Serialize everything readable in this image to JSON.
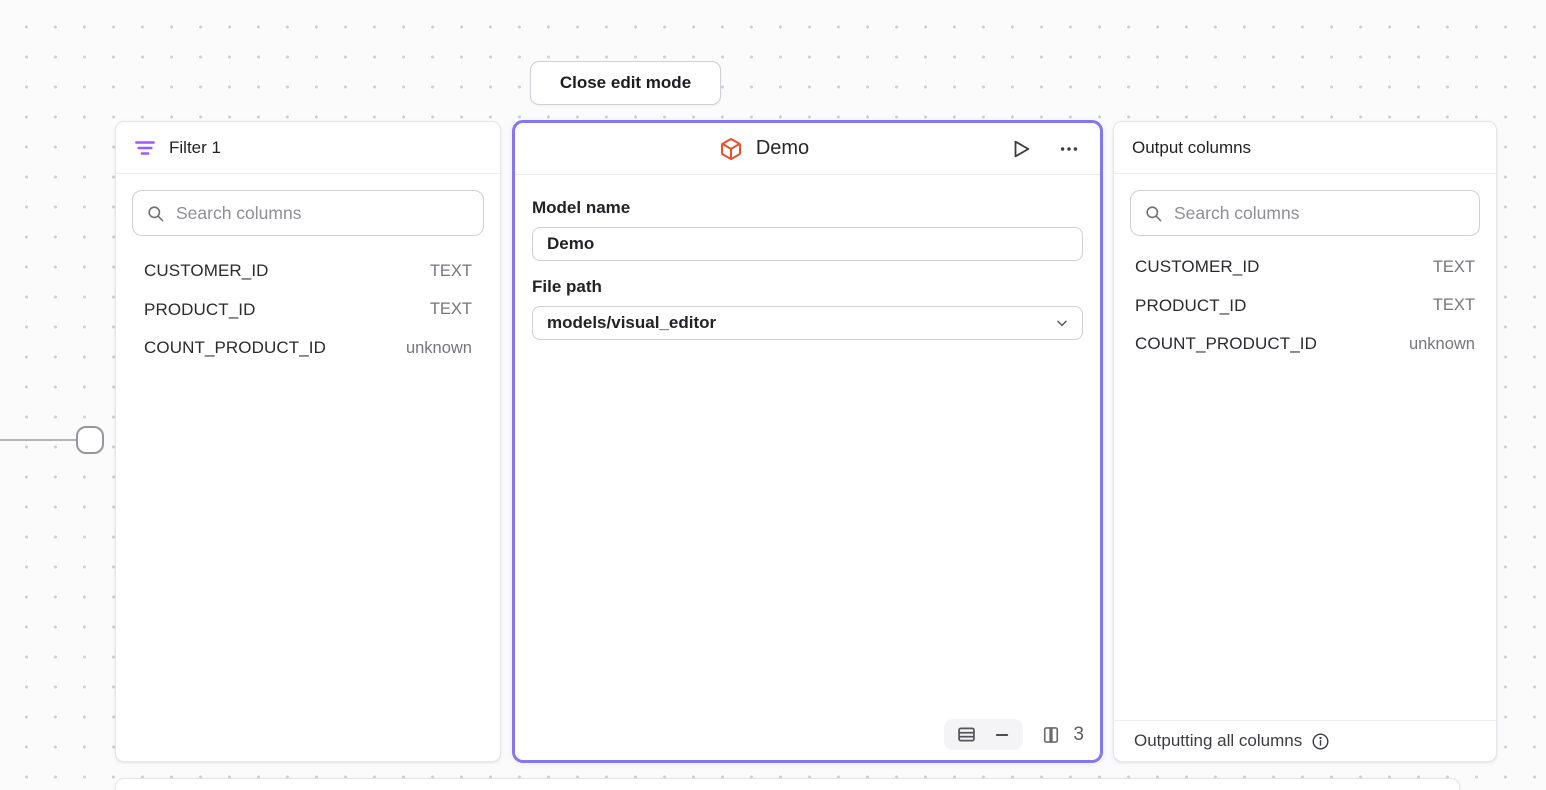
{
  "colors": {
    "accent_purple": "#8577f4",
    "filter_icon_purple": "#a158f0",
    "model_icon_orange": "#e8502e",
    "canvas_dot": "#cfcfd6",
    "muted_text": "#75757d"
  },
  "toolbar": {
    "close_edit_mode_label": "Close edit mode"
  },
  "filter_panel": {
    "title": "Filter 1",
    "search_placeholder": "Search columns",
    "columns": [
      {
        "name": "CUSTOMER_ID",
        "type": "TEXT"
      },
      {
        "name": "PRODUCT_ID",
        "type": "TEXT"
      },
      {
        "name": "COUNT_PRODUCT_ID",
        "type": "unknown"
      }
    ]
  },
  "model_panel": {
    "title": "Demo",
    "model_name_label": "Model name",
    "model_name_value": "Demo",
    "file_path_label": "File path",
    "file_path_value": "models/visual_editor",
    "column_count": "3"
  },
  "output_panel": {
    "title": "Output columns",
    "search_placeholder": "Search columns",
    "columns": [
      {
        "name": "CUSTOMER_ID",
        "type": "TEXT"
      },
      {
        "name": "PRODUCT_ID",
        "type": "TEXT"
      },
      {
        "name": "COUNT_PRODUCT_ID",
        "type": "unknown"
      }
    ],
    "footer_text": "Outputting all columns"
  }
}
